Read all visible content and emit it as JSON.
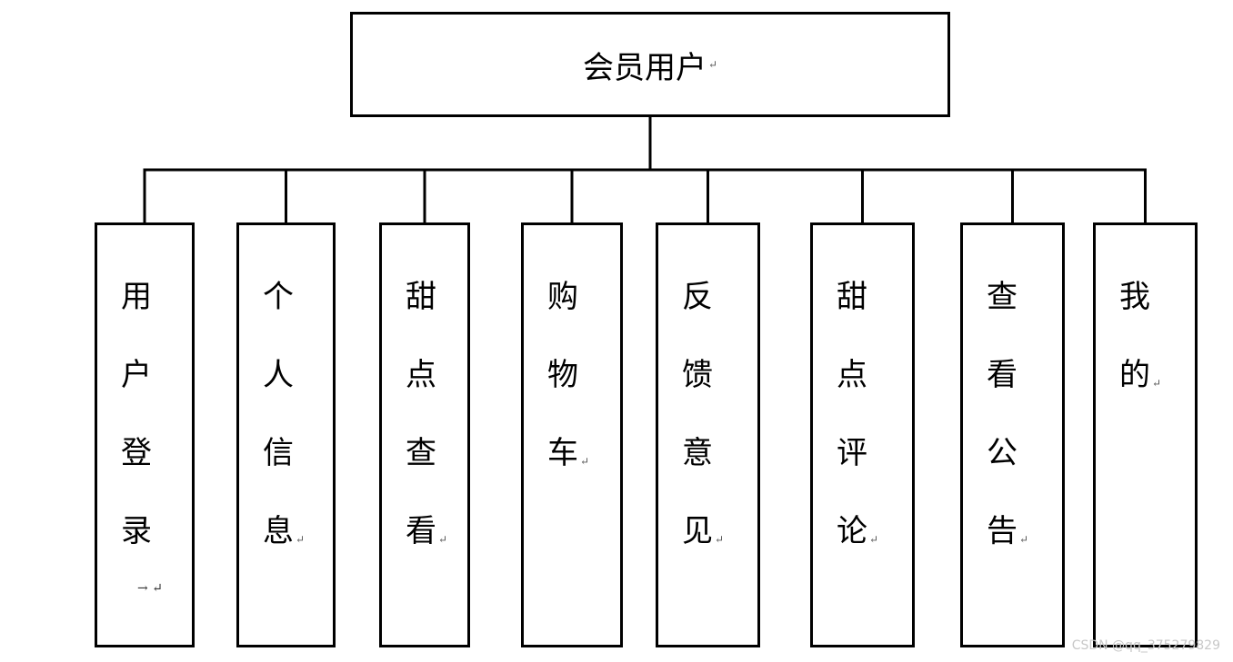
{
  "root": {
    "label": "会员用户",
    "mark": "↵"
  },
  "children": [
    {
      "chars": [
        "用",
        "户",
        "登",
        "录"
      ],
      "end_mark": "",
      "extra": "→ ↵"
    },
    {
      "chars": [
        "个",
        "人",
        "信",
        "息"
      ],
      "end_mark": "↵",
      "extra": ""
    },
    {
      "chars": [
        "甜",
        "点",
        "查",
        "看"
      ],
      "end_mark": "↵",
      "extra": ""
    },
    {
      "chars": [
        "购",
        "物",
        "车"
      ],
      "end_mark": "↵",
      "extra": ""
    },
    {
      "chars": [
        "反",
        "馈",
        "意",
        "见"
      ],
      "end_mark": "↵",
      "extra": ""
    },
    {
      "chars": [
        "甜",
        "点",
        "评",
        "论"
      ],
      "end_mark": "↵",
      "extra": ""
    },
    {
      "chars": [
        "查",
        "看",
        "公",
        "告"
      ],
      "end_mark": "↵",
      "extra": ""
    },
    {
      "chars": [
        "我",
        "的"
      ],
      "end_mark": "↵",
      "extra": ""
    }
  ],
  "watermark": "CSDN @qq_375279829"
}
